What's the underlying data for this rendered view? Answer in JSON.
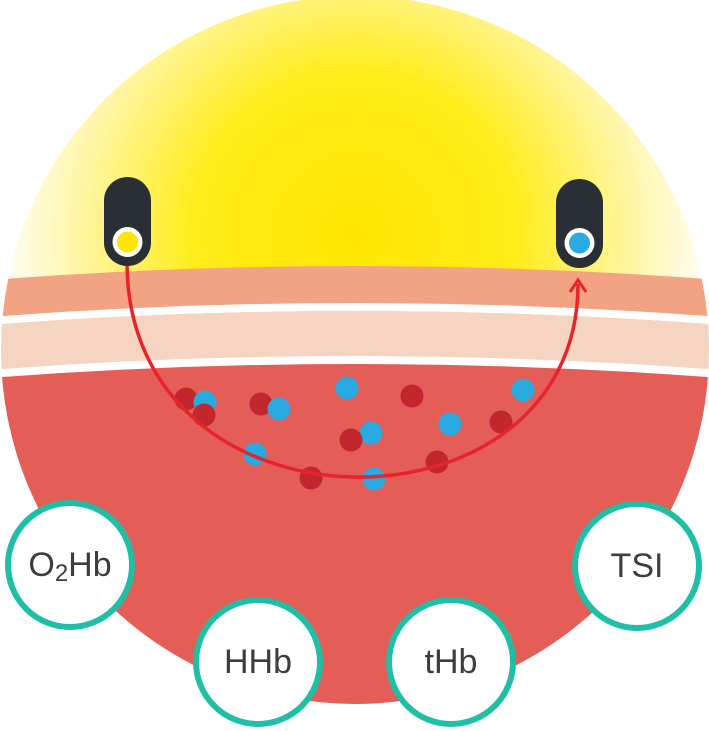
{
  "labels": {
    "o2hb_main": "O",
    "o2hb_sub": "2",
    "o2hb_rest": "Hb",
    "hhb": "HHb",
    "thb": "tHb",
    "tsi": "TSI"
  },
  "colors": {
    "light_glow": "#ffe600",
    "skin_outer": "#f2a383",
    "skin_inner": "#f5d5c1",
    "tissue": "#e45d57",
    "divider": "#ffffff",
    "sensor_body": "#2a2e35",
    "emitter_dot": "#ffe600",
    "detector_dot": "#29abe2",
    "light_path": "#e8242b",
    "oxy_cell": "#c1272d",
    "deoxy_cell": "#29abe2",
    "badge_ring": "#1fbfa6",
    "badge_fill": "#ffffff"
  },
  "icons": {
    "emitter": "light-emitter-icon",
    "detector": "light-detector-icon"
  }
}
